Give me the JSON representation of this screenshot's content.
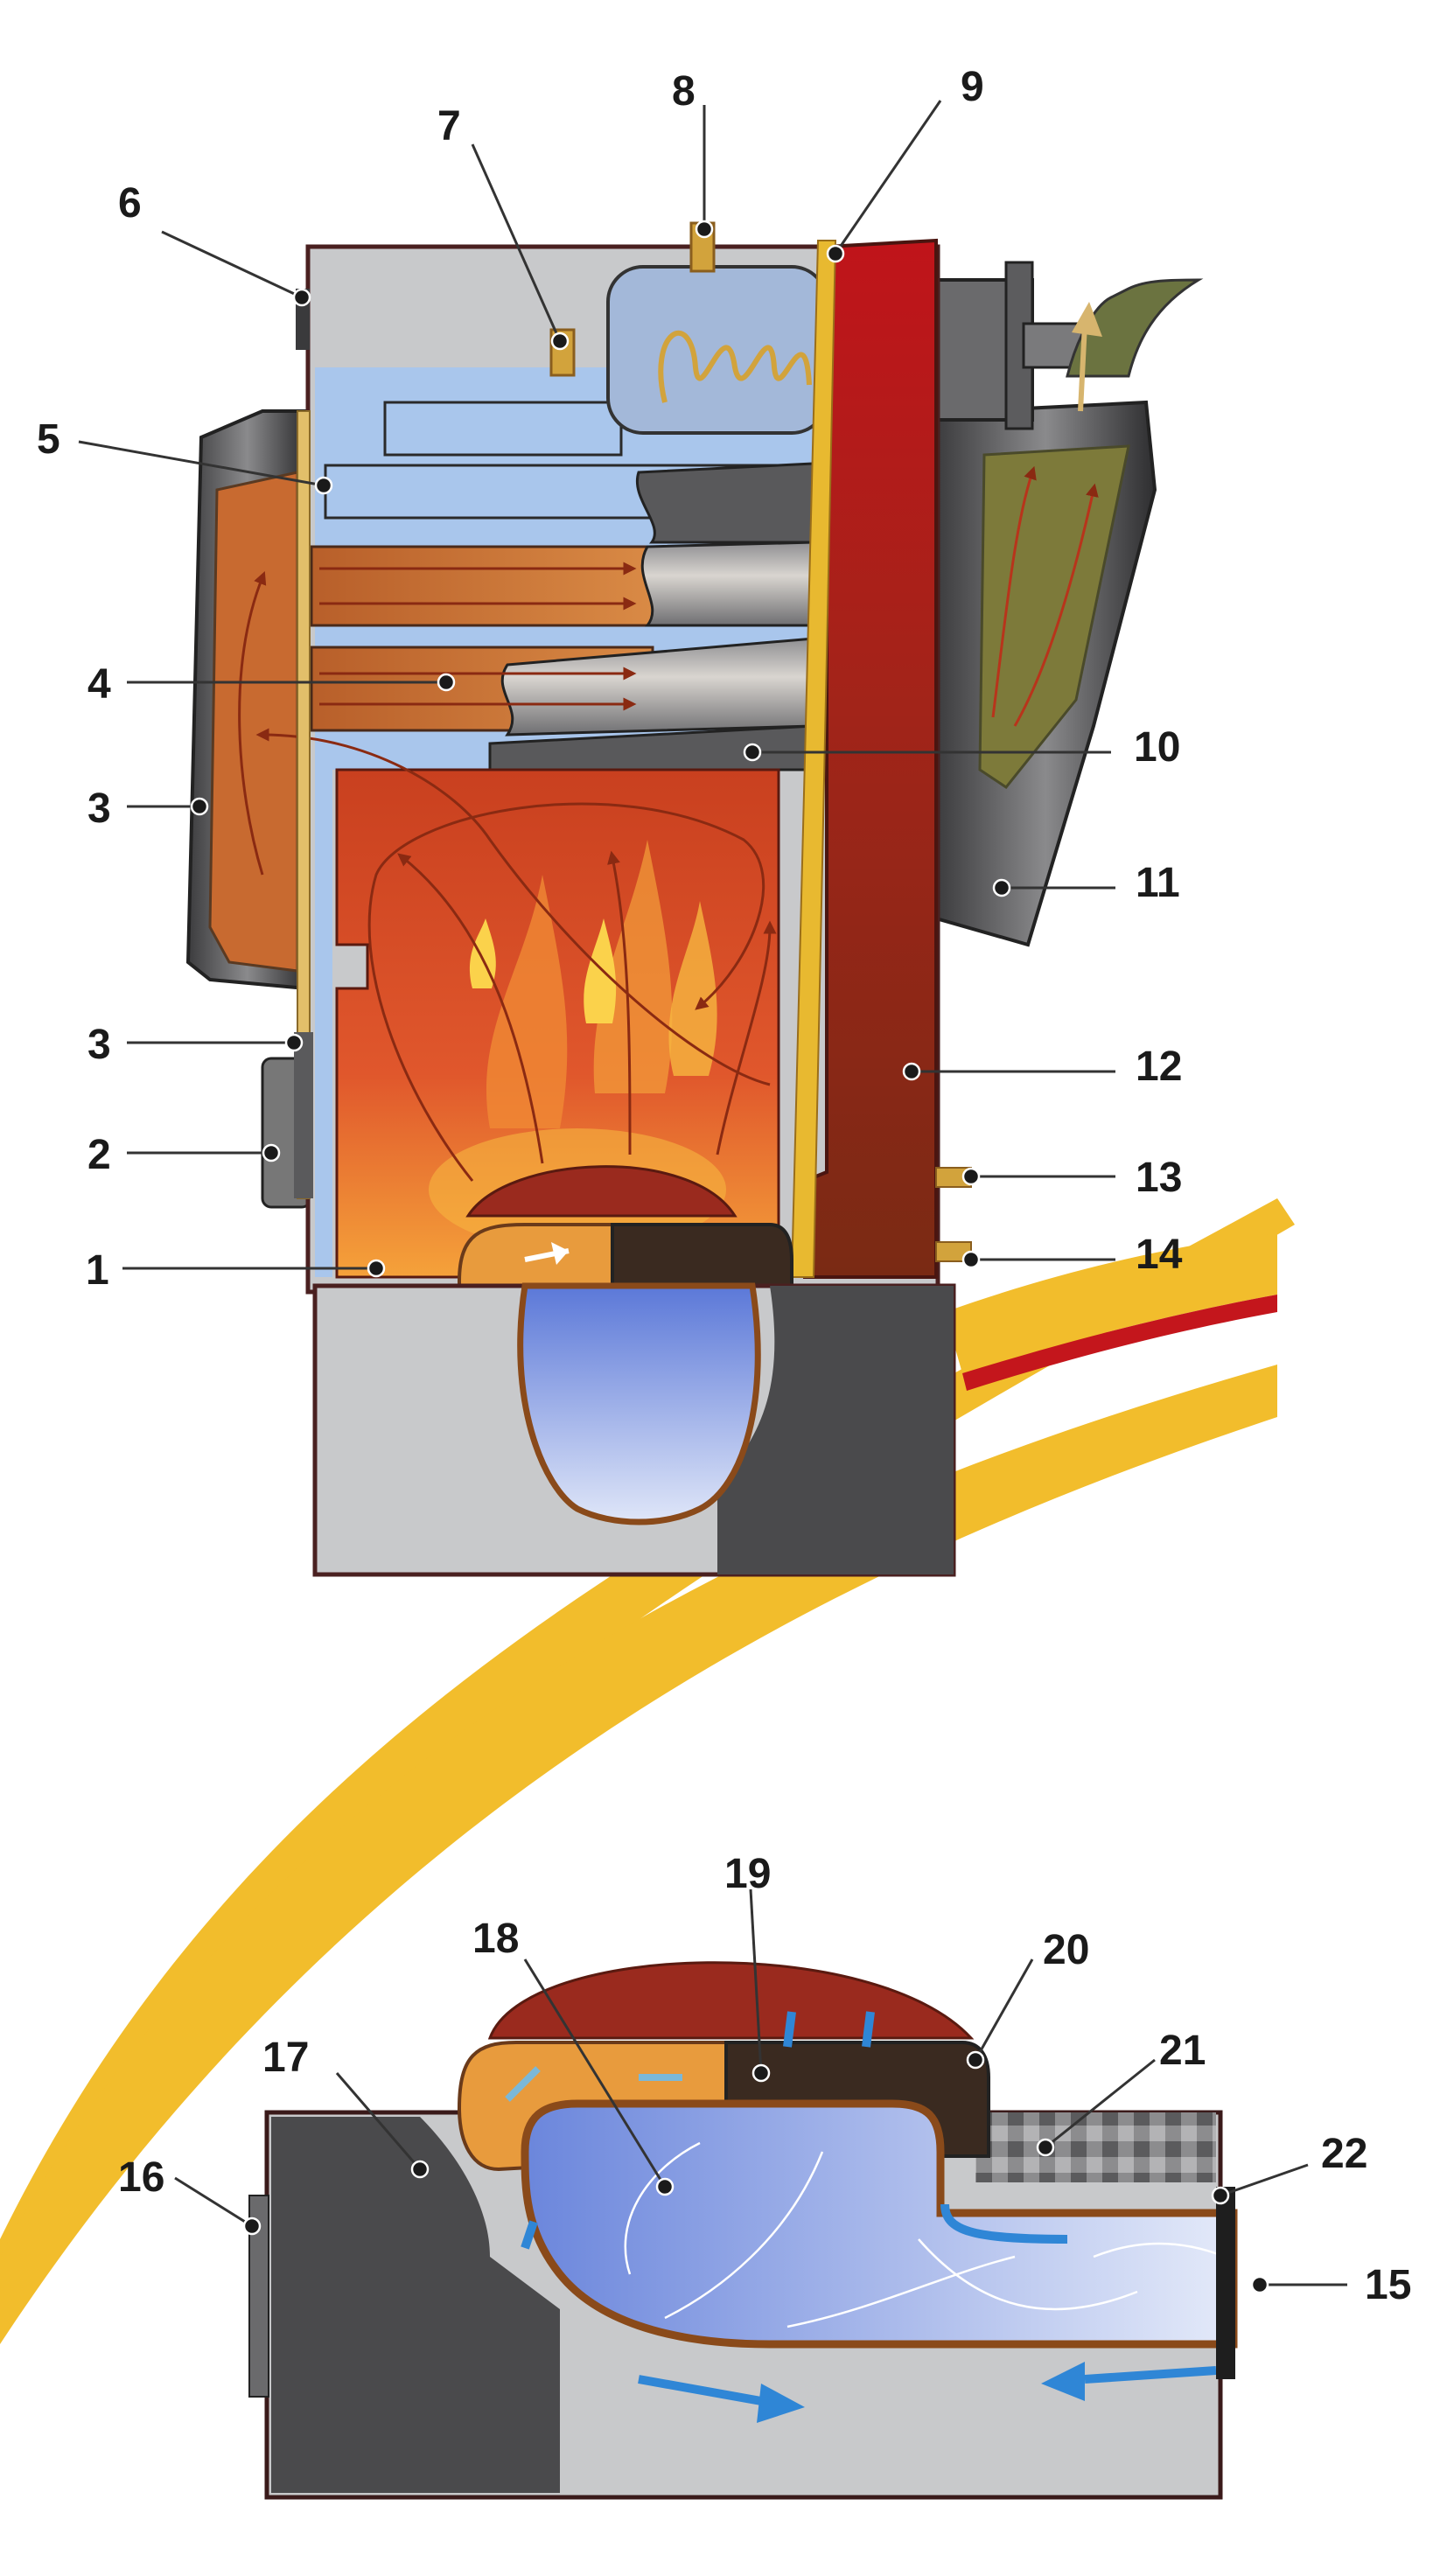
{
  "colors": {
    "background": "#ffffff",
    "swoosh_yellow": "#f2bd2c",
    "swoosh_red": "#c4161c",
    "steel_grey": "#c8c9cb",
    "dark_grey": "#4a4a4c",
    "water_blue": "#a9c6ec",
    "fire_red": "#d9452b",
    "flue_orange": "#cf7335",
    "refractory_red": "#8f1e19",
    "brass": "#d2a33c"
  },
  "icons": [
    "flow-arrow-icon",
    "flame-icon"
  ],
  "labels": [
    {
      "id": "1",
      "text": "1"
    },
    {
      "id": "2",
      "text": "2"
    },
    {
      "id": "3a",
      "text": "3"
    },
    {
      "id": "3b",
      "text": "3"
    },
    {
      "id": "4",
      "text": "4"
    },
    {
      "id": "5",
      "text": "5"
    },
    {
      "id": "6",
      "text": "6"
    },
    {
      "id": "7",
      "text": "7"
    },
    {
      "id": "8",
      "text": "8"
    },
    {
      "id": "9",
      "text": "9"
    },
    {
      "id": "10",
      "text": "10"
    },
    {
      "id": "11",
      "text": "11"
    },
    {
      "id": "12",
      "text": "12"
    },
    {
      "id": "13",
      "text": "13"
    },
    {
      "id": "14",
      "text": "14"
    },
    {
      "id": "15",
      "text": "15"
    },
    {
      "id": "16",
      "text": "16"
    },
    {
      "id": "17",
      "text": "17"
    },
    {
      "id": "18",
      "text": "18"
    },
    {
      "id": "19",
      "text": "19"
    },
    {
      "id": "20",
      "text": "20"
    },
    {
      "id": "21",
      "text": "21"
    },
    {
      "id": "22",
      "text": "22"
    }
  ]
}
